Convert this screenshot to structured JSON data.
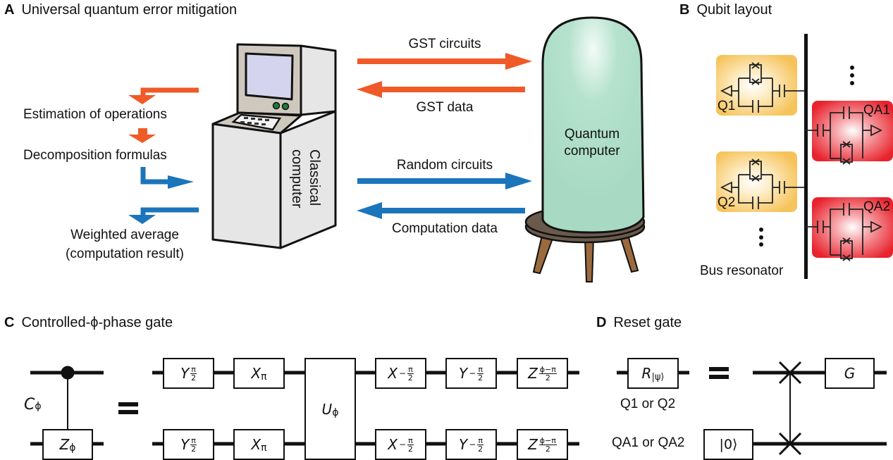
{
  "panels": {
    "A": {
      "letter": "A",
      "title": "Universal quantum error mitigation"
    },
    "B": {
      "letter": "B",
      "title": "Qubit layout"
    },
    "C": {
      "letter": "C",
      "title": "Controlled-ϕ-phase gate"
    },
    "D": {
      "letter": "D",
      "title": "Reset gate"
    }
  },
  "panelA": {
    "steps": [
      "Estimation of operations",
      "Decomposition formulas",
      "Weighted average",
      "(computation result)"
    ],
    "classical_computer": [
      "Classical",
      "computer"
    ],
    "quantum_computer": [
      "Quantum",
      "computer"
    ],
    "arrows": {
      "gst_circuits": "GST circuits",
      "gst_data": "GST data",
      "random_circuits": "Random circuits",
      "computation_data": "Computation data"
    },
    "colors": {
      "orange": "#EF5A28",
      "blue": "#1B75BB",
      "dome": "#B3E0CB",
      "stand": "#6B5A4C",
      "legs": "#9B6A3E",
      "screen": "#D4D4EE",
      "cabinet": "#E6E6E6",
      "panel": "#CFC8BE"
    }
  },
  "panelB": {
    "qubits": [
      "Q1",
      "Q2"
    ],
    "ancillas": [
      "QA1",
      "QA2"
    ],
    "bus_label": "Bus resonator",
    "colors": {
      "qubit": "#F8C65A",
      "ancilla": "#E8232D"
    }
  },
  "panelC": {
    "control_label": "C",
    "control_sub": "ϕ",
    "target_gate": "Z",
    "target_sub": "ϕ",
    "equals": "=",
    "top_row": [
      {
        "op": "Y",
        "sub_num": "π",
        "sub_den": "2",
        "sign": ""
      },
      {
        "op": "X",
        "sub": "π"
      },
      {
        "op": "X",
        "sub_num": "π",
        "sub_den": "2",
        "sign": "−"
      },
      {
        "op": "Y",
        "sub_num": "π",
        "sub_den": "2",
        "sign": "−"
      },
      {
        "op": "Z",
        "sub_num": "ϕ−π",
        "sub_den": "2",
        "sign": ""
      }
    ],
    "middle_gate": "U",
    "middle_sub": "ϕ"
  },
  "panelD": {
    "reset_gate": "R",
    "reset_sub": "|ψ⟩",
    "reset_label": "Q1 or Q2",
    "equals": "=",
    "ancilla_label": "QA1 or QA2",
    "init_state": "|0⟩",
    "final_gate": "G"
  }
}
